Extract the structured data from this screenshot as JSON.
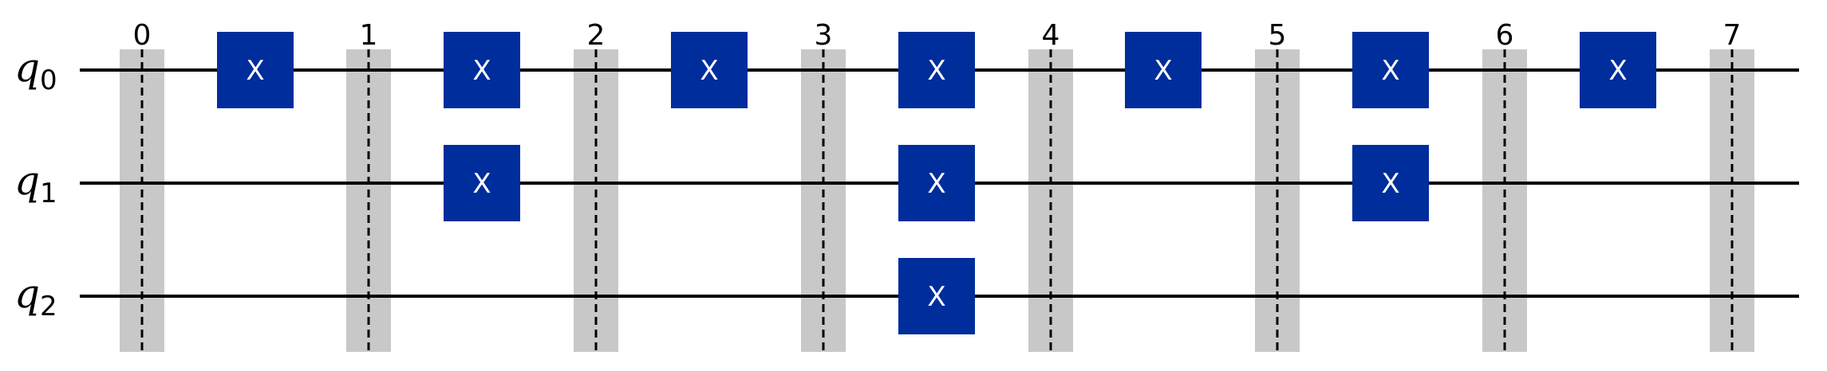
{
  "circuit": {
    "qubits": [
      {
        "name": "q",
        "index": "0"
      },
      {
        "name": "q",
        "index": "1"
      },
      {
        "name": "q",
        "index": "2"
      }
    ],
    "barrier_labels": [
      "0",
      "1",
      "2",
      "3",
      "4",
      "5",
      "6",
      "7"
    ],
    "gate_label": "X",
    "gate_color": "#002d9c",
    "barrier_color": "#c8c8c8",
    "wire_color": "#000000",
    "gates": [
      {
        "qubit": 0,
        "slot": 0
      },
      {
        "qubit": 0,
        "slot": 1
      },
      {
        "qubit": 1,
        "slot": 1
      },
      {
        "qubit": 0,
        "slot": 2
      },
      {
        "qubit": 0,
        "slot": 3
      },
      {
        "qubit": 1,
        "slot": 3
      },
      {
        "qubit": 2,
        "slot": 3
      },
      {
        "qubit": 0,
        "slot": 4
      },
      {
        "qubit": 0,
        "slot": 5
      },
      {
        "qubit": 1,
        "slot": 5
      },
      {
        "qubit": 0,
        "slot": 6
      }
    ]
  }
}
